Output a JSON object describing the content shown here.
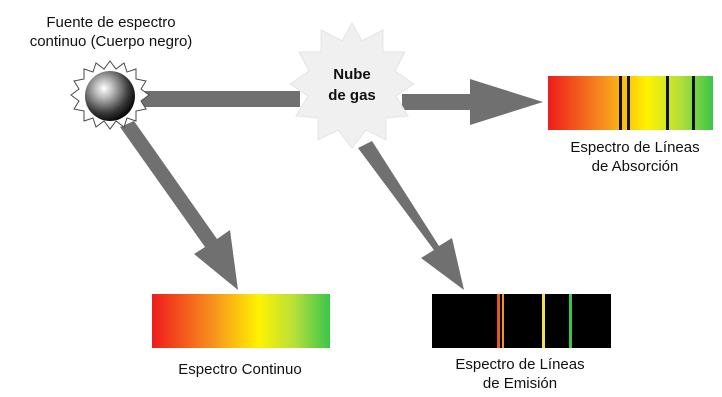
{
  "source": {
    "line1": "Fuente de espectro",
    "line2": "continuo (Cuerpo negro)"
  },
  "cloud": {
    "line1": "Nube",
    "line2": "de gas"
  },
  "absorption": {
    "line1": "Espectro de Líneas",
    "line2": "de Absorción"
  },
  "continuous": {
    "label": "Espectro Continuo"
  },
  "emission": {
    "line1": "Espectro de Líneas",
    "line2": "de Emisión"
  },
  "colors": {
    "arrow": "#707070",
    "spectrum_red": "#ee1c1c",
    "spectrum_orange": "#f7941d",
    "spectrum_yellow": "#fff200",
    "spectrum_green": "#39b54a",
    "emission_background": "#000000",
    "cloud": "#f0f0f0"
  },
  "icons": [
    "star-icon",
    "cloud-icon",
    "arrow-icon"
  ]
}
